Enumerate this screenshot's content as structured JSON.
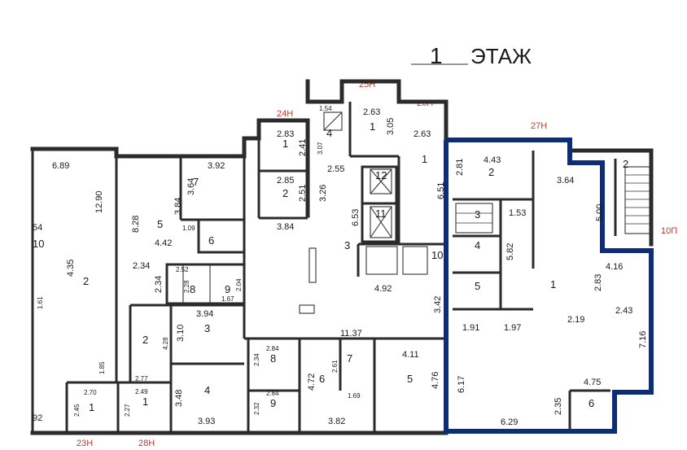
{
  "title": {
    "number": "1",
    "text": "ЭТАЖ"
  },
  "entrances": [
    "23Н",
    "24Н",
    "25Н",
    "26Н",
    "27Н",
    "28Н",
    "10П"
  ],
  "rooms": [
    "1",
    "2",
    "3",
    "4",
    "5",
    "6",
    "7",
    "8",
    "9",
    "10",
    "11",
    "12"
  ],
  "dimensions": [
    "6.89",
    "12.90",
    "8.28",
    "4.42",
    "2.34",
    "2.34",
    "4.35",
    "3.92",
    "3.64",
    "3.84",
    "1.09",
    "2.83",
    "2.41",
    "2.85",
    "2.51",
    "3.26",
    "3.84",
    "1.54",
    "3.07",
    "2.55",
    "2.63",
    "3.05",
    "2.63",
    "6.51",
    "6.53",
    "4.43",
    "2.81",
    "3.64",
    "5.00",
    "1.53",
    "5.82",
    "4.16",
    "2.83",
    "2.43",
    "2.19",
    "7.16",
    "1.91",
    "1.97",
    "4.92",
    "3.42",
    "11.37",
    "4.11",
    "4.76",
    "6.17",
    "6.29",
    "2.35",
    "4.75",
    "2.52",
    "2.28",
    "2.04",
    "1.67",
    "3.94",
    "3.10",
    "4.28",
    "1.85",
    "2.77",
    "2.49",
    "2.70",
    "2.45",
    "2.27",
    "3.48",
    "3.93",
    "2.84",
    "2.34",
    "2.84",
    "2.32",
    "2.61",
    "4.72",
    "1.69",
    "3.82",
    "54",
    "1.61",
    "92"
  ],
  "highlight_color": "#0d2d7a",
  "label_color": "#c0392b"
}
